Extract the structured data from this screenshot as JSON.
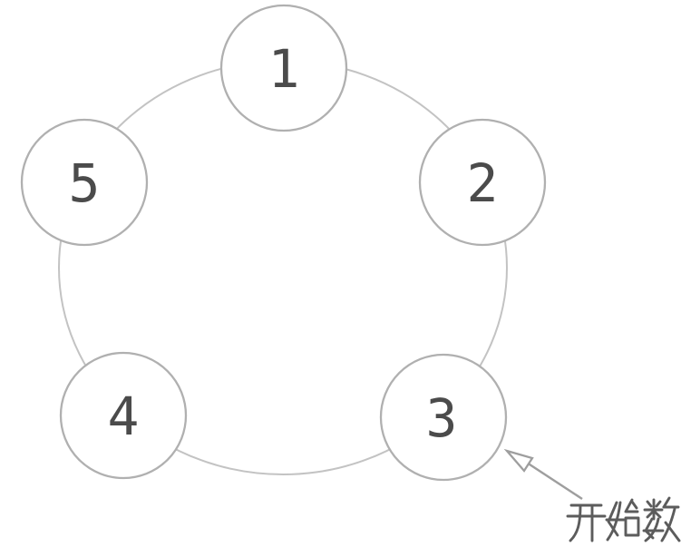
{
  "figure": {
    "nodes": [
      {
        "label": "1"
      },
      {
        "label": "2"
      },
      {
        "label": "3"
      },
      {
        "label": "4"
      },
      {
        "label": "5"
      }
    ],
    "annotation": {
      "label": "开始数",
      "points_to_node": "3"
    },
    "colors": {
      "background": "#ffffff",
      "ring": "#c3c3c3",
      "node_border": "#b0b0b0",
      "node_fill": "#ffffff",
      "number_text": "#4b4b4b",
      "arrow": "#9e9e9e",
      "annotation_text": "#5c5c5c"
    }
  }
}
